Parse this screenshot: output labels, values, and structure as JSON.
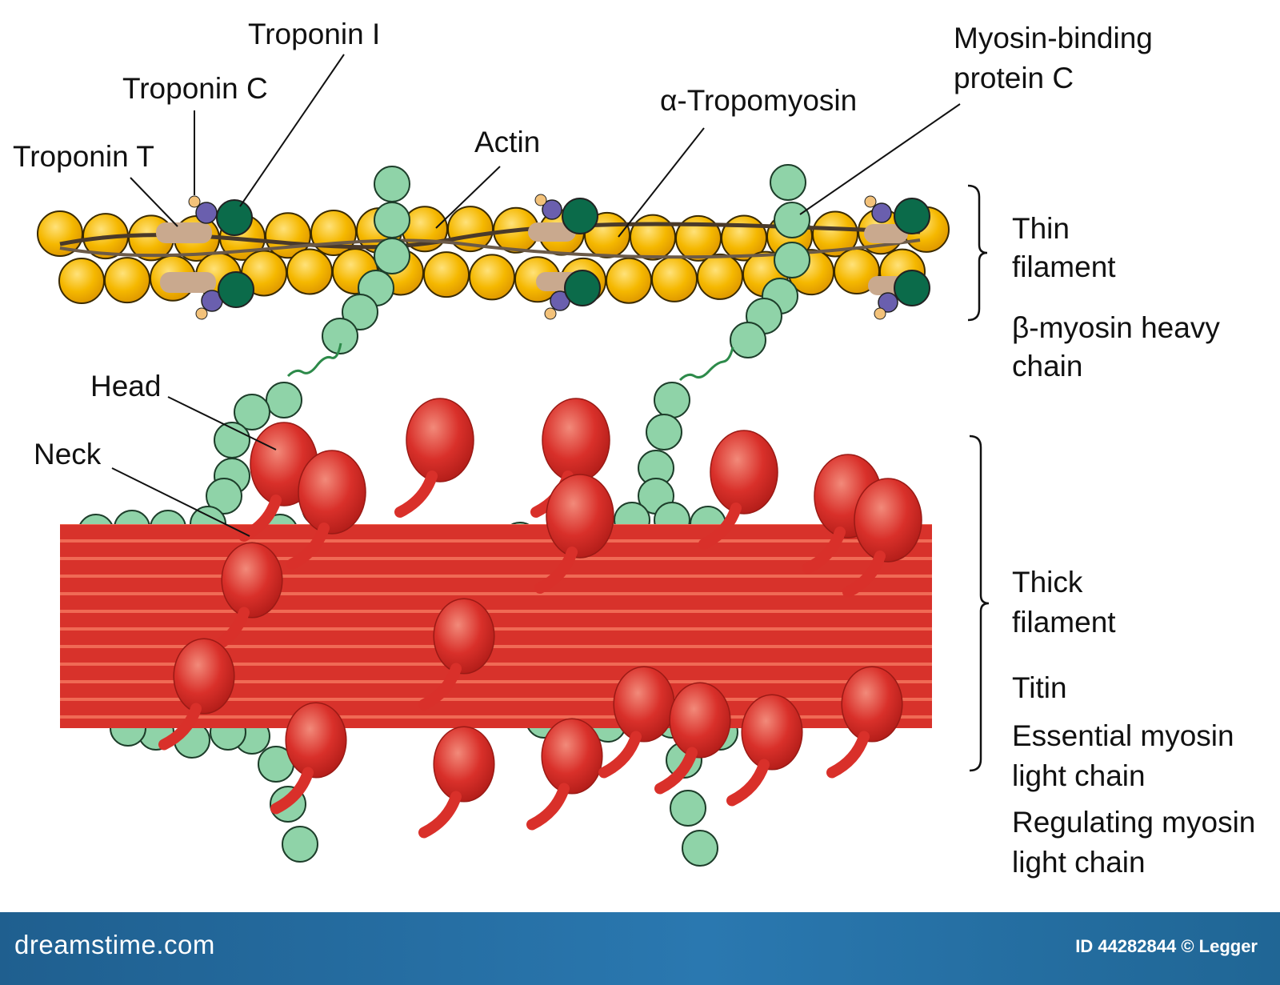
{
  "labels": {
    "troponin_i": "Troponin I",
    "troponin_c": "Troponin C",
    "troponin_t": "Troponin T",
    "actin": "Actin",
    "tropomyosin": "α-Tropomyosin",
    "mybpc_line1": "Myosin-binding",
    "mybpc_line2": "protein C",
    "thin_line1": "Thin",
    "thin_line2": "filament",
    "bmhc_line1": "β-myosin heavy",
    "bmhc_line2": "chain",
    "head": "Head",
    "neck": "Neck",
    "thick_line1": "Thick",
    "thick_line2": "filament",
    "titin": "Titin",
    "emlc_line1": "Essential myosin",
    "emlc_line2": "light chain",
    "rmlc_line1": "Regulating myosin",
    "rmlc_line2": "light chain"
  },
  "footer": {
    "brand": "dreamstime.com",
    "id_text": "ID 44282844 © Legger"
  },
  "colors": {
    "actin": "#f5b800",
    "troponin_t": "#c9a98e",
    "troponin_c": "#6a5fae",
    "troponin_i": "#0b6b4a",
    "mybpc": "#8fd3a8",
    "myosin": "#d9302a",
    "thick_stripe": "#f06a55",
    "footer": "#2a78b0"
  }
}
